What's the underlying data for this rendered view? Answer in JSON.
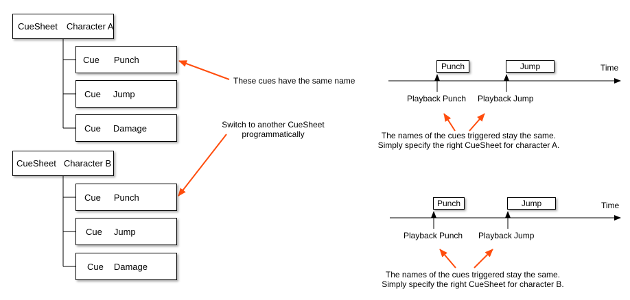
{
  "sheetA": {
    "label": "CueSheet",
    "name": "Character A",
    "cues": [
      {
        "label": "Cue",
        "name": "Punch"
      },
      {
        "label": "Cue",
        "name": "Jump"
      },
      {
        "label": "Cue",
        "name": "Damage"
      }
    ]
  },
  "sheetB": {
    "label": "CueSheet",
    "name": "Character B",
    "cues": [
      {
        "label": "Cue",
        "name": "Punch"
      },
      {
        "label": "Cue",
        "name": "Jump"
      },
      {
        "label": "Cue",
        "name": "Damage"
      }
    ]
  },
  "notes": {
    "same_name": "These cues have the same name",
    "switch_line1": "Switch to another CueSheet",
    "switch_line2": "programmatically"
  },
  "timelineA": {
    "time_label": "Time",
    "event1": "Punch",
    "event2": "Jump",
    "playback1": "Playback Punch",
    "playback2": "Playback Jump",
    "caption_line1": "The names of the cues triggered stay the same.",
    "caption_line2": "Simply specify the right CueSheet for character A."
  },
  "timelineB": {
    "time_label": "Time",
    "event1": "Punch",
    "event2": "Jump",
    "playback1": "Playback Punch",
    "playback2": "Playback Jump",
    "caption_line1": "The names of the cues triggered stay the same.",
    "caption_line2": "Simply specify the right CueSheet for character B."
  },
  "colors": {
    "accent_arrow": "#ff4d0d",
    "line": "#000000"
  }
}
